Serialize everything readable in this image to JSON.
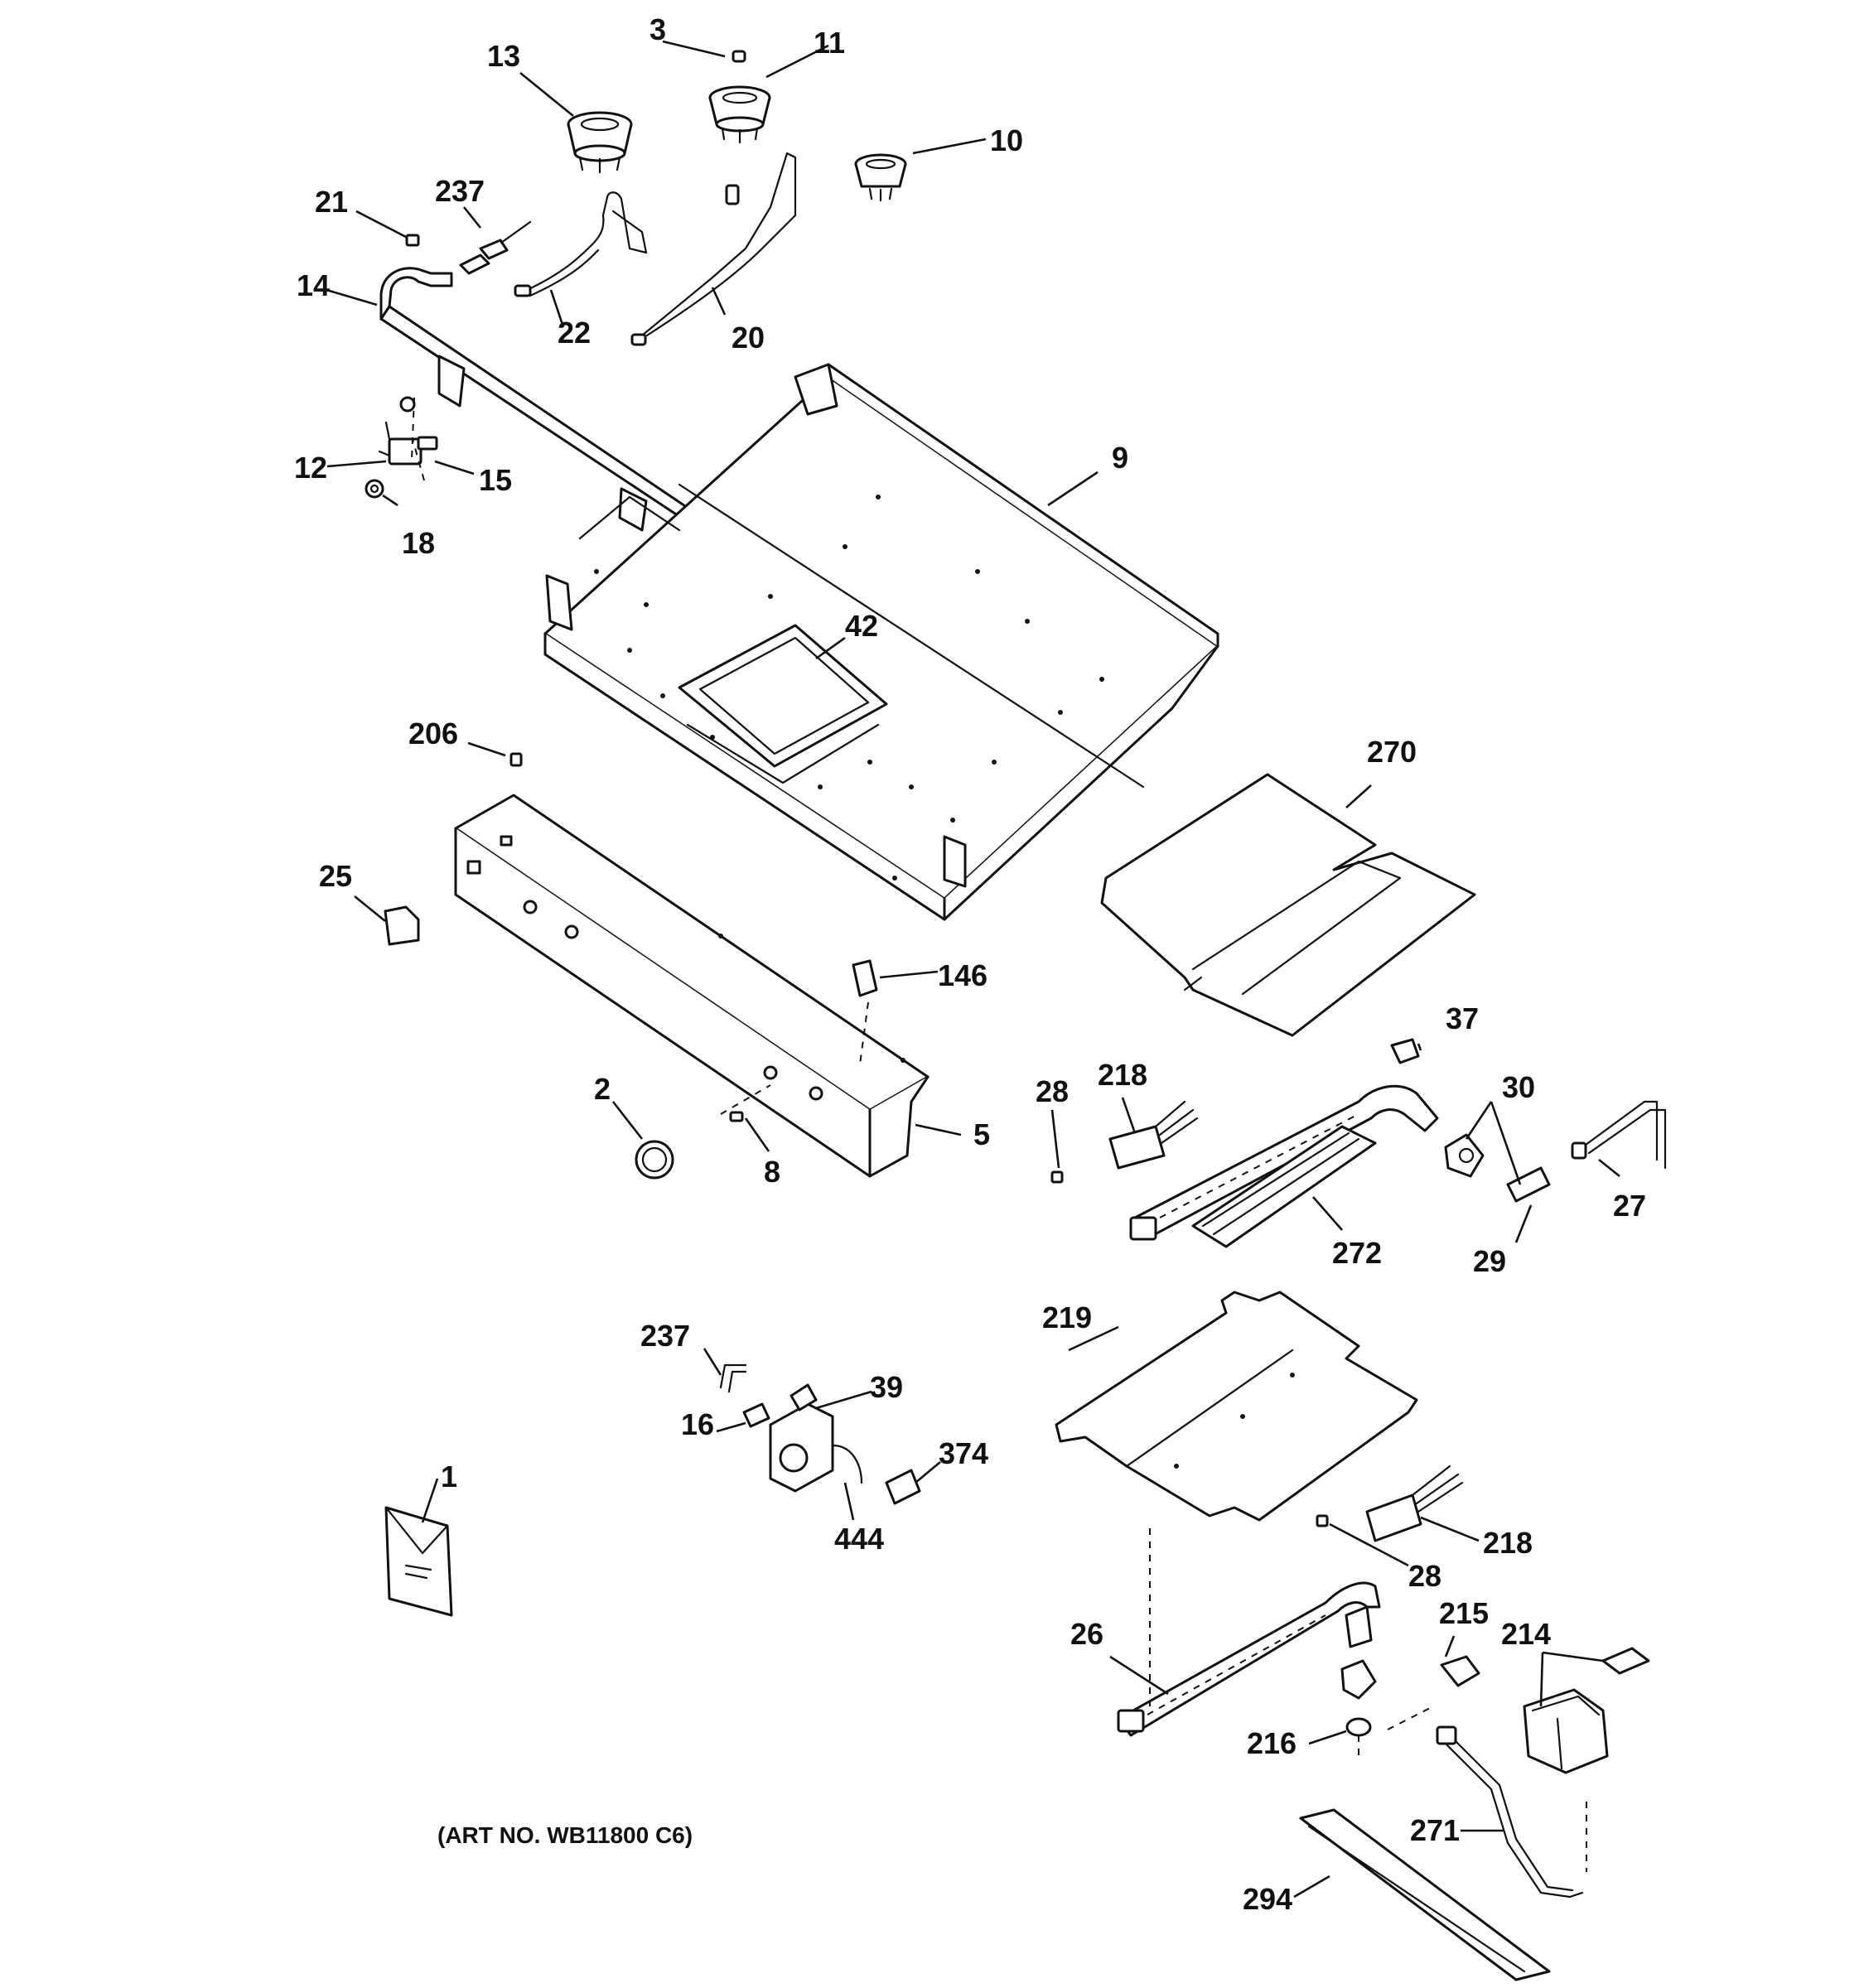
{
  "diagram": {
    "art_number": "(ART NO. WB11800 C6)",
    "labels": {
      "p1": "1",
      "p2": "2",
      "p3": "3",
      "p5": "5",
      "p8": "8",
      "p9": "9",
      "p10": "10",
      "p11": "11",
      "p12": "12",
      "p13": "13",
      "p14": "14",
      "p15": "15",
      "p16": "16",
      "p18": "18",
      "p20": "20",
      "p21": "21",
      "p22": "22",
      "p25": "25",
      "p26": "26",
      "p27": "27",
      "p28a": "28",
      "p28b": "28",
      "p29": "29",
      "p30": "30",
      "p37": "37",
      "p39": "39",
      "p42": "42",
      "p146": "146",
      "p206": "206",
      "p214": "214",
      "p215": "215",
      "p216": "216",
      "p218a": "218",
      "p218b": "218",
      "p219": "219",
      "p237a": "237",
      "p237b": "237",
      "p270": "270",
      "p271": "271",
      "p272": "272",
      "p294": "294",
      "p374": "374",
      "p444": "444"
    }
  }
}
